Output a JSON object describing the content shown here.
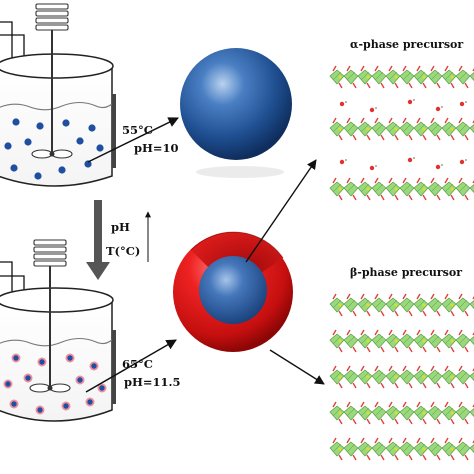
{
  "reactor_top": {
    "temperature": "55°C",
    "ph": "pH=10"
  },
  "reactor_bottom": {
    "temperature": "65°C",
    "ph": "pH=11.5"
  },
  "transition": {
    "ph_label": "pH",
    "t_label": "T(°C)"
  },
  "alpha_precursor": {
    "title": "α-phase precursor"
  },
  "beta_precursor": {
    "title": "β-phase precursor"
  },
  "colors": {
    "core_blue": "#2c5d9e",
    "shell_red": "#dd1c1c",
    "layer_green": "#9bd77c",
    "layer_red": "#e04040",
    "particle_pink_ring": "#ee8fa0"
  }
}
